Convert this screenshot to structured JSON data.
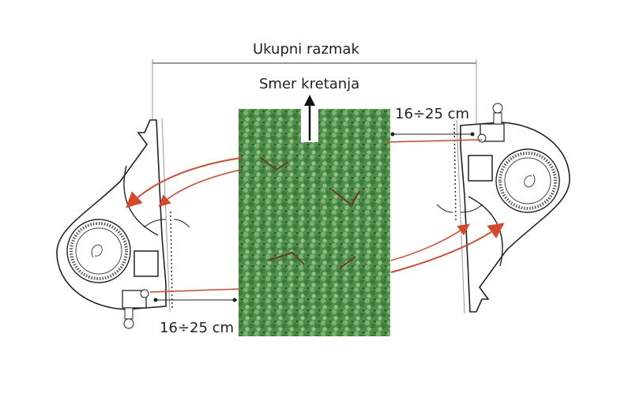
{
  "labels": {
    "total_distance": "Ukupni razmak",
    "direction": "Smer kretanja",
    "distance_top": "16÷25 cm",
    "distance_bottom": "16÷25 cm"
  },
  "colors": {
    "hedge": "#4f8f4a",
    "arrow": "#d9472b",
    "line": "#333333"
  }
}
